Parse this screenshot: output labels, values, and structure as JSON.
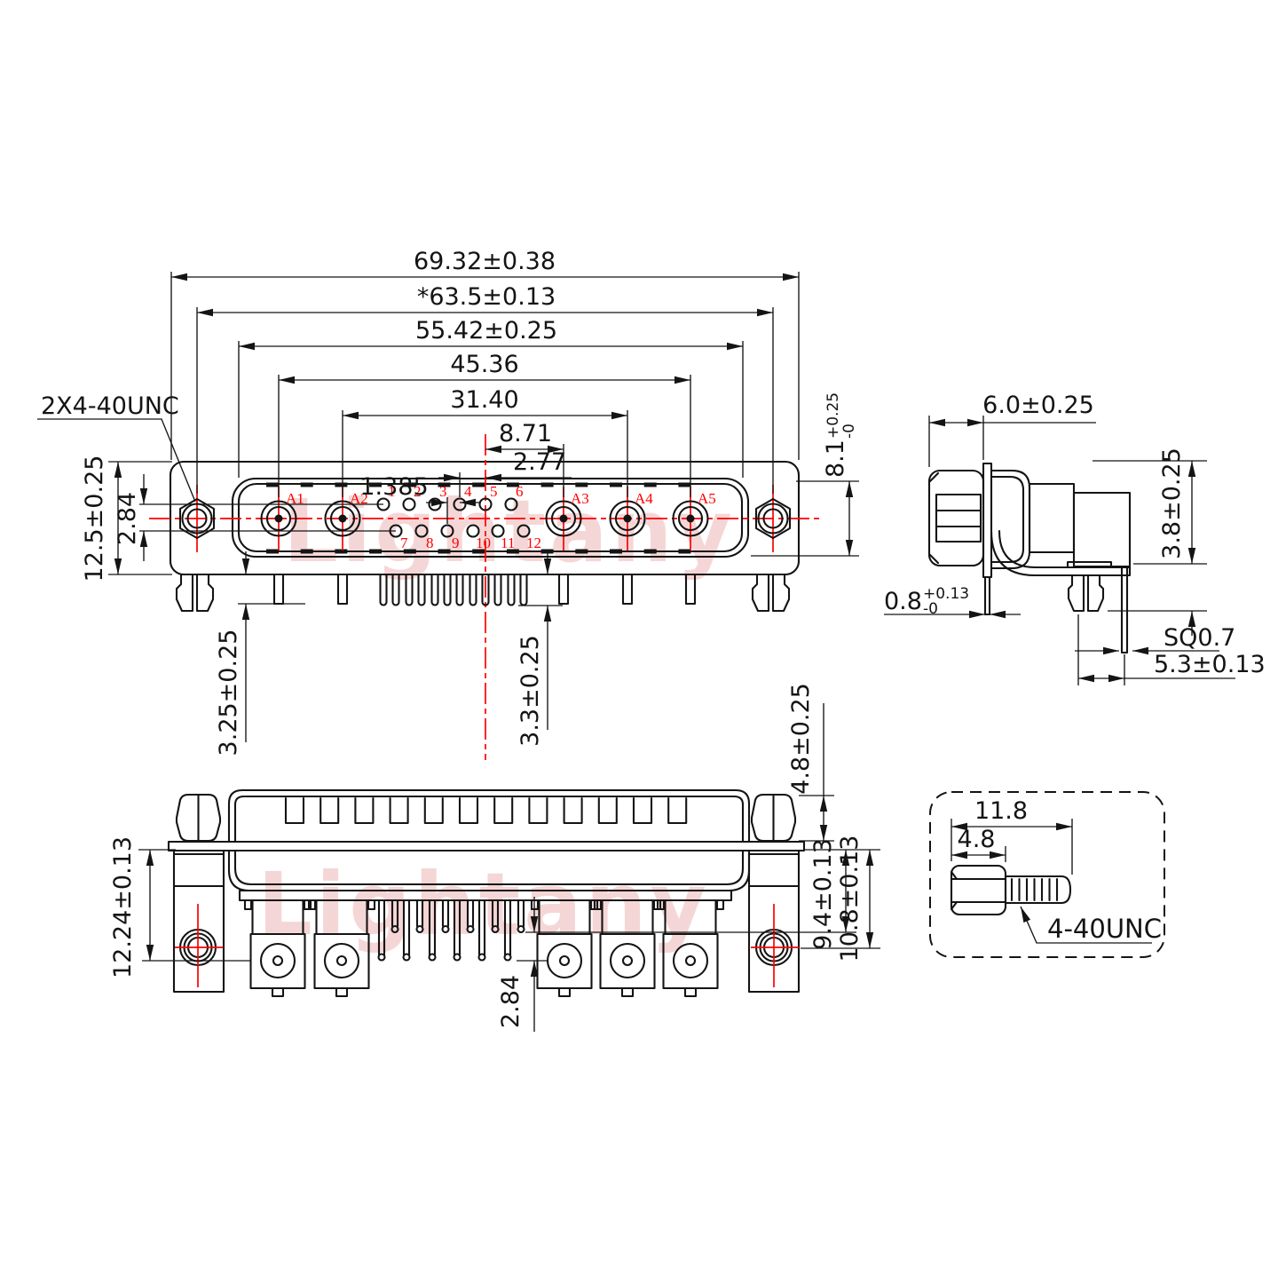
{
  "watermark": {
    "text": "Lightany",
    "color": "#f0bcbc"
  },
  "colors": {
    "line": "#141414",
    "accent_red": "#ff0000"
  },
  "front_view": {
    "thread_callout": "2X4-40UNC",
    "dim_total_width": "69.32±0.38",
    "dim_mount_span": "*63.5±0.13",
    "dim_shell_width": "55.42±0.25",
    "dim_coax_span": "45.36",
    "dim_coax_inner_span": "31.40",
    "dim_center_to_a3": "8.71",
    "dim_pin_pitch": "2.77",
    "dim_half_pitch": "1.385",
    "dim_body_height": "12.5±0.25",
    "dim_row_offset": "2.84",
    "dim_leg_left": "3.25±0.25",
    "dim_leg_right": "3.3±0.25",
    "dim_shell_height": {
      "value": "8.1",
      "tol_plus": "+0.25",
      "tol_minus": "-0"
    },
    "coax_labels": [
      "A1",
      "A2",
      "A3",
      "A4",
      "A5"
    ],
    "pin_labels_top": [
      "1",
      "2",
      "3",
      "4",
      "5",
      "6"
    ],
    "pin_labels_bottom": [
      "7",
      "8",
      "9",
      "10",
      "11",
      "12"
    ]
  },
  "side_view": {
    "dim_shroud_depth": "6.0±0.25",
    "dim_flange_thickness": {
      "value": "0.8",
      "tol_plus": "+0.13",
      "tol_minus": "-0"
    },
    "dim_standoff": "3.8±0.25",
    "dim_pin_square": "SQ0.7",
    "dim_pin_offset": "5.3±0.13"
  },
  "bottom_view": {
    "dim_bracket_height": "12.24±0.13",
    "dim_pin_short": "9.4±0.13",
    "dim_pin_long": "10.8±0.13",
    "dim_row_offset": "2.84",
    "dim_nut_height": "4.8±0.25"
  },
  "screw_detail": {
    "dim_total_length": "11.8",
    "dim_head_length": "4.8",
    "thread_label": "4-40UNC"
  }
}
